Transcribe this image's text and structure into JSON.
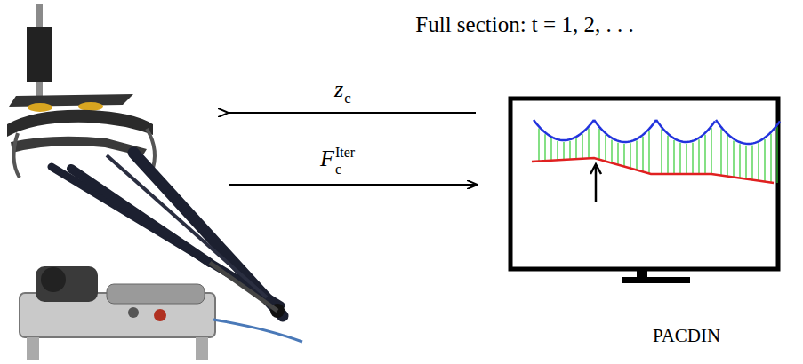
{
  "diagram": {
    "title": "Full section: t = 1, 2, . . .",
    "nodes": [
      {
        "text": [
          "PACDIN"
        ]
      }
    ],
    "labels": [
      "z",
      "c",
      "F",
      "Iter",
      "c"
    ]
  }
}
